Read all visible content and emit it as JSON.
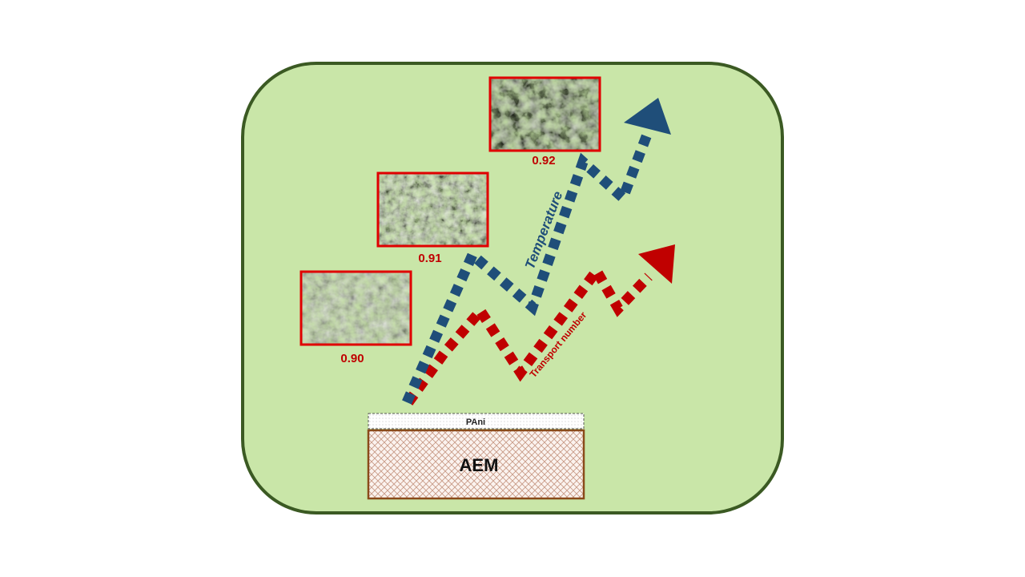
{
  "colors": {
    "panel_fill": "#c9e6a8",
    "panel_border": "#3b5a23",
    "blue": "#1f4e79",
    "red": "#c00000",
    "image_border": "#e00000",
    "aem_border": "#8a4a1a",
    "aem_hatch": "#c89a86"
  },
  "micrographs": [
    {
      "value": "0.90",
      "tone": "light"
    },
    {
      "value": "0.91",
      "tone": "medium"
    },
    {
      "value": "0.92",
      "tone": "dark"
    }
  ],
  "labels": {
    "temperature": "Temperature",
    "transport_number": "Transport number",
    "pani": "PAni",
    "aem": "AEM"
  },
  "icons": {
    "blue_arrowhead": "triangle-up-arrowhead-icon",
    "red_arrowhead": "triangle-up-arrowhead-icon"
  }
}
